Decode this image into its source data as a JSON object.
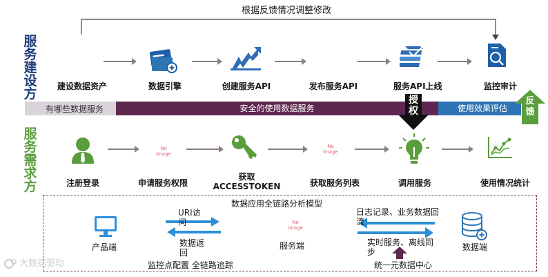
{
  "feedback_loop": {
    "label": "根据反馈情况调整修改"
  },
  "provider_title": "服务建设方",
  "consumer_title": "服务需求方",
  "provider_steps": [
    {
      "icon": "document-card-add-icon",
      "label": "建设数据资产"
    },
    {
      "icon": "folder-plus-icon",
      "label": "数据引擎"
    },
    {
      "icon": "growth-chart-icon",
      "label": "创建服务API"
    },
    {
      "icon": "none",
      "label": "发布服务API"
    },
    {
      "icon": "document-stack-icon",
      "label": "服务API上线"
    },
    {
      "icon": "audit-doc-icon",
      "label": "监控审计"
    }
  ],
  "bands": {
    "left": "有哪些数据服务",
    "middle": "安全的使用数据服务",
    "right": "使用效果评估"
  },
  "authorize_label": "授权",
  "feedback_label": "反馈",
  "consumer_steps": [
    {
      "icon": "user-icon",
      "label": "注册登录"
    },
    {
      "icon": "no-image-placeholder",
      "label": "申请服务权限"
    },
    {
      "icon": "key-icon",
      "label": "获取ACCESSTOKEN"
    },
    {
      "icon": "no-image-placeholder",
      "label": "获取服务列表"
    },
    {
      "icon": "lightbulb-icon",
      "label": "调用服务"
    },
    {
      "icon": "line-chart-icon",
      "label": "使用情况统计"
    }
  ],
  "no_image_text": "No Image",
  "model": {
    "title": "数据应用全链路分析模型",
    "product_end": "产品端",
    "service_end": "服务端",
    "data_end": "数据端",
    "uri_access": "URI访问",
    "data_return": "数据返回",
    "monitor": "监控点配置 全链路追踪",
    "log": "日志记录、业务数据回流",
    "realtime": "实时服务、离线同步",
    "unified": "统一元数据中心"
  },
  "watermark": "大数据驱动",
  "colors": {
    "navy": "#1f3d7a",
    "green": "#5a9e3c",
    "purple": "#5e2750",
    "blue": "#2e75b6",
    "lavender": "#d9d3dc",
    "gray_arrow": "#8a7d87",
    "dash": "#7a3e6e"
  }
}
